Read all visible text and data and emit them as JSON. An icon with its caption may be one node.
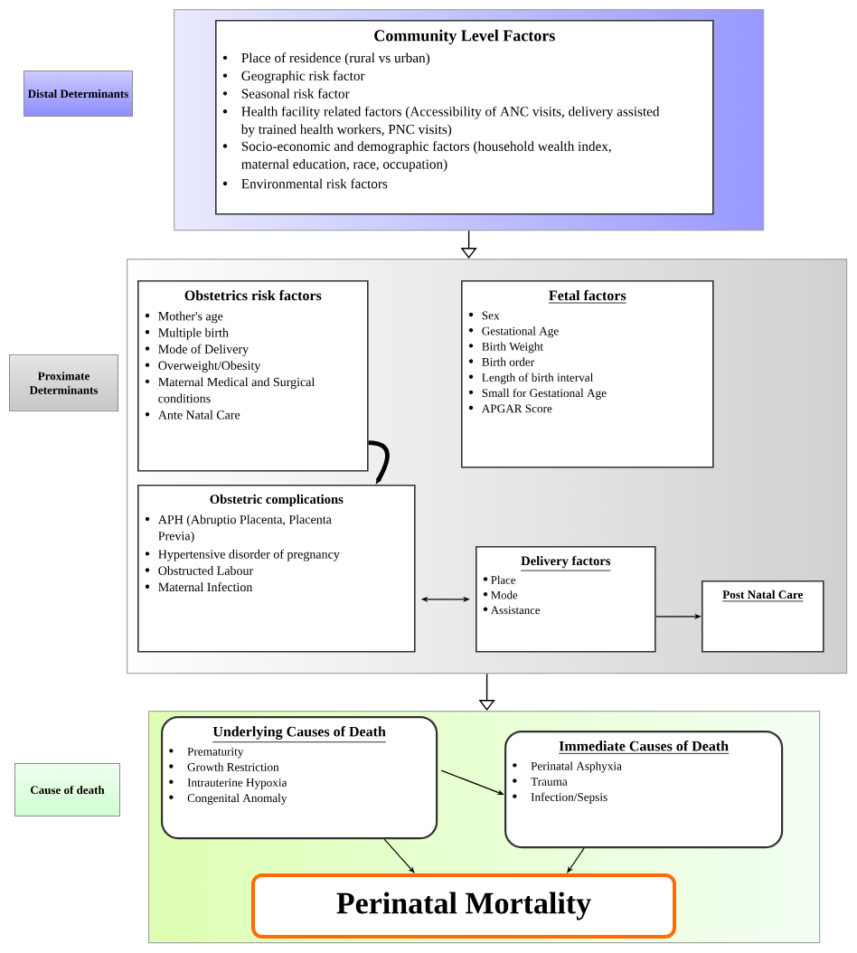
{
  "diagram": {
    "nodes": [
      {
        "text": [
          "Distal Determinants"
        ]
      },
      {
        "text": [],
        "shape": "box"
      },
      {
        "text": [
          "Community Level Factors",
          "Place of residence (rural vs urban)",
          "Geographic risk factor",
          "Seasonal risk factor",
          "Health facility related factors (Accessibility of ANC visits, delivery assisted by trained health workers, PNC visits)",
          "Socio-economic and demographic factors (household wealth index, maternal education, race, occupation)",
          "Environmental risk factors"
        ],
        "in": 1
      },
      {
        "text": [
          "Proximate Determinants"
        ]
      },
      {
        "text": [],
        "shape": "box"
      },
      {
        "text": [
          "Obstetrics risk factors",
          "Mother's age",
          "Multiple birth",
          "Mode of Delivery",
          "Overweight/Obesity",
          "Maternal Medical and Surgical conditions",
          "Ante Natal Care"
        ],
        "in": 4
      },
      {
        "text": [
          "Fetal factors",
          "Sex",
          "Gestational Age",
          "Birth Weight",
          "Birth order",
          "Length of birth interval",
          "Small for Gestational Age",
          "APGAR Score"
        ],
        "in": 4
      },
      {
        "text": [
          "Obstetric complications",
          "APH (Abruptio Placenta, Placenta Previa)",
          "Hypertensive disorder of pregnancy",
          "Obstructed Labour",
          "Maternal Infection"
        ],
        "in": 4
      },
      {
        "text": [
          "Delivery factors",
          "Place",
          "Mode",
          "Assistance"
        ],
        "in": 4
      },
      {
        "text": [
          "Post Natal Care"
        ],
        "in": 4
      },
      {
        "text": [
          "Cause of death"
        ]
      },
      {
        "text": [],
        "shape": "box"
      },
      {
        "text": [
          "Underlying Causes of Death",
          "Prematurity",
          "Growth Restriction",
          "Intrauterine Hypoxia",
          "Congenital Anomaly"
        ],
        "in": 11
      },
      {
        "text": [
          "Immediate Causes of Death",
          "Perinatal Asphyxia",
          "Trauma",
          "Infection/Sepsis"
        ],
        "in": 11
      },
      {
        "text": [
          "Perinatal Mortality"
        ],
        "in": 11
      }
    ],
    "edges": [
      {
        "from": 1,
        "to": 4,
        "arrow": "to"
      },
      {
        "from": 5,
        "to": 7,
        "arrow": "to",
        "style": "thick"
      },
      {
        "from": 7,
        "to": 8,
        "arrow": "both"
      },
      {
        "from": 8,
        "to": 9,
        "arrow": "to"
      },
      {
        "from": 4,
        "to": 11,
        "arrow": "to"
      },
      {
        "from": 12,
        "to": 13,
        "arrow": "to"
      },
      {
        "from": 12,
        "to": 14,
        "arrow": "to"
      },
      {
        "from": 13,
        "to": 14,
        "arrow": "to"
      }
    ]
  }
}
